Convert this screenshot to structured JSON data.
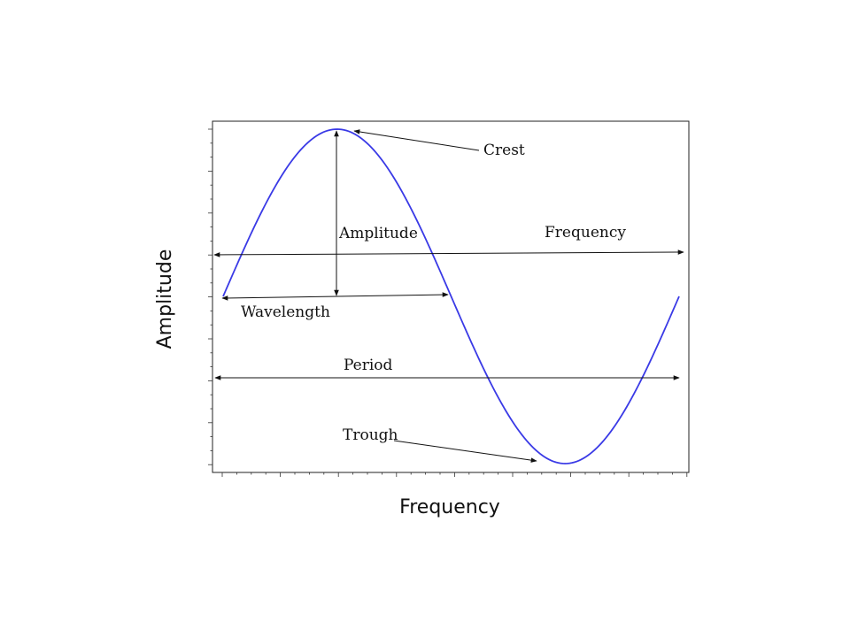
{
  "diagram": {
    "x_axis_label": "Frequency",
    "y_axis_label": "Amplitude",
    "labels": {
      "crest": "Crest",
      "amplitude": "Amplitude",
      "frequency": "Frequency",
      "wavelength": "Wavelength",
      "period": "Period",
      "trough": "Trough"
    }
  },
  "colors": {
    "wave": "#3a3ae6",
    "frame": "#222222",
    "arrow": "#111111"
  }
}
